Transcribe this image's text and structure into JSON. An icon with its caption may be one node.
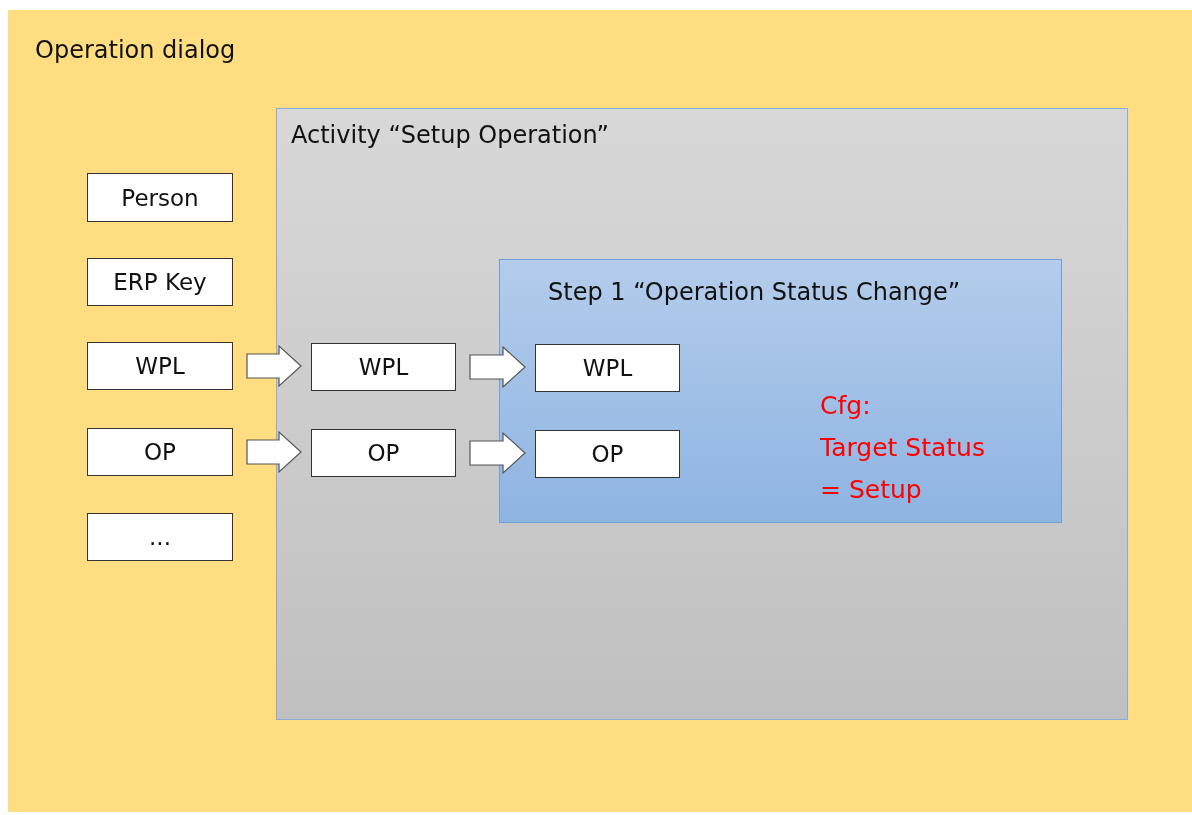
{
  "diagram": {
    "nodes": [
      {
        "text": [
          "Operation dialog"
        ]
      },
      {
        "text": [
          "Activity “Setup Operation”"
        ],
        "in": 0
      },
      {
        "text": [
          "Person"
        ],
        "in": 0
      },
      {
        "text": [
          "ERP Key"
        ],
        "in": 0
      },
      {
        "text": [
          "WPL"
        ],
        "in": 0
      },
      {
        "text": [
          "OP"
        ],
        "in": 0
      },
      {
        "text": [
          "..."
        ],
        "in": 0
      },
      {
        "text": [
          "WPL"
        ],
        "in": 1
      },
      {
        "text": [
          "OP"
        ],
        "in": 1
      },
      {
        "text": [
          "Step 1 “Operation Status Change”",
          "Cfg:",
          "Target Status = Setup"
        ],
        "in": 1
      },
      {
        "text": [
          "WPL"
        ],
        "in": 9
      },
      {
        "text": [
          "OP"
        ],
        "in": 9
      }
    ],
    "edges": [
      {
        "from": 4,
        "to": 7,
        "arrow": "to"
      },
      {
        "from": 7,
        "to": 10,
        "arrow": "to"
      },
      {
        "from": 5,
        "to": 8,
        "arrow": "to"
      },
      {
        "from": 8,
        "to": 11,
        "arrow": "to"
      }
    ]
  }
}
